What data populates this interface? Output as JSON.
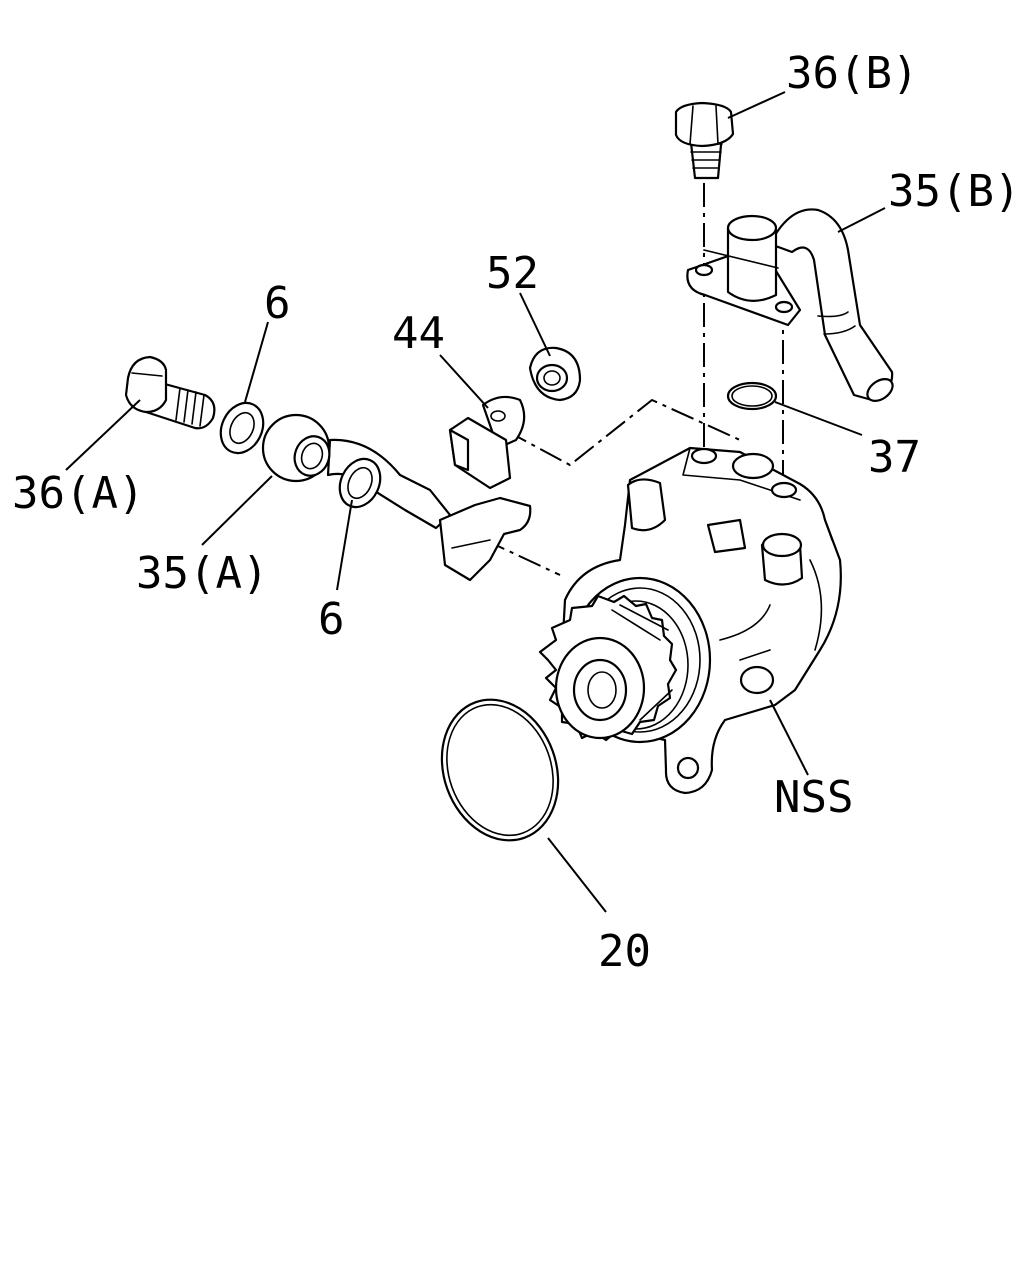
{
  "labels": {
    "bolt_b": "36(B)",
    "pipe_b": "35(B)",
    "nut": "52",
    "clip": "44",
    "washer_upper": "6",
    "bolt_a": "36(A)",
    "pipe_a": "35(A)",
    "washer_lower": "6",
    "o_ring_small": "37",
    "pump_body": "NSS",
    "o_ring_large": "20"
  }
}
